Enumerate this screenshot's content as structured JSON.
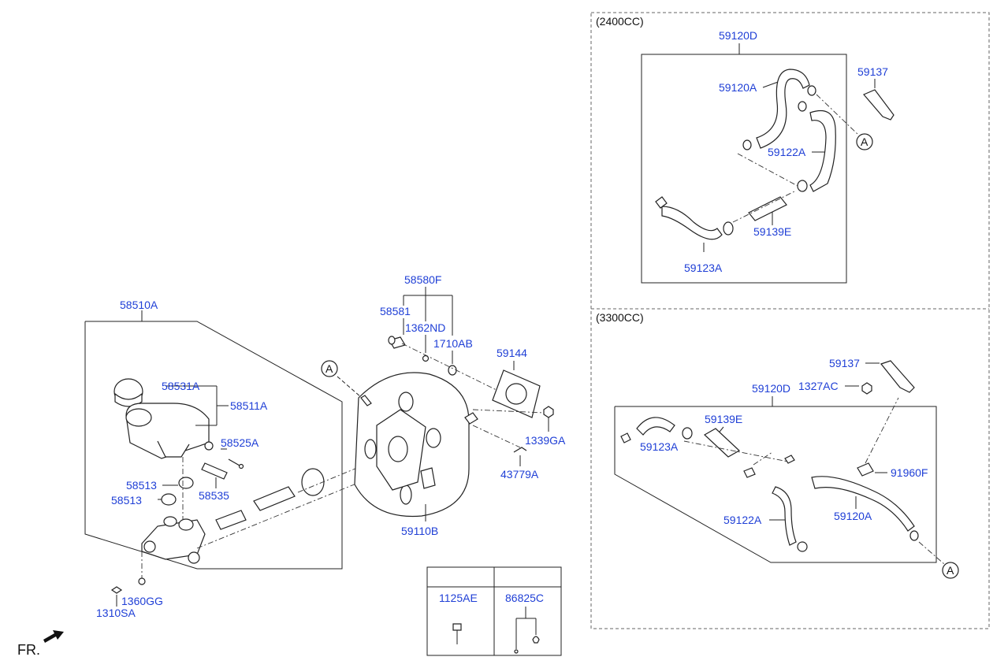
{
  "variants": {
    "v2400": "(2400CC)",
    "v3300": "(3300CC)"
  },
  "direction": "FR.",
  "labels": {
    "p58510A": "58510A",
    "p58531A": "58531A",
    "p58511A": "58511A",
    "p58525A": "58525A",
    "p58513a": "58513",
    "p58513b": "58513",
    "p58535": "58535",
    "p1360GG": "1360GG",
    "p1310SA": "1310SA",
    "p58580F": "58580F",
    "p58581": "58581",
    "p1362ND": "1362ND",
    "p1710AB": "1710AB",
    "p59144": "59144",
    "p1339GA": "1339GA",
    "p43779A": "43779A",
    "p59110B": "59110B",
    "pA1": "A",
    "p1125AE": "1125AE",
    "p86825C": "86825C",
    "t59120D": "59120D",
    "t59120A": "59120A",
    "t59137": "59137",
    "t59122A": "59122A",
    "t59139E": "59139E",
    "t59123A": "59123A",
    "tA": "A",
    "s59137": "59137",
    "s1327AC": "1327AC",
    "s59120D": "59120D",
    "s59139E": "59139E",
    "s59123A": "59123A",
    "s91960F": "91960F",
    "s59122A": "59122A",
    "s59120A": "59120A",
    "sA": "A"
  }
}
